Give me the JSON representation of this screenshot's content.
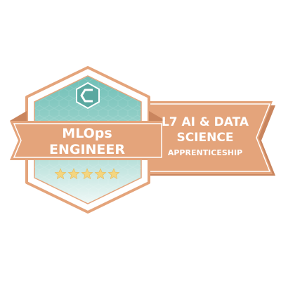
{
  "badge": {
    "title_line1": "MLOps",
    "title_line2": "ENGINEER",
    "program_line1": "L7 AI & DATA",
    "program_line2": "SCIENCE",
    "program_line3": "APPRENTICESHIP",
    "rating_stars": 5,
    "icon": "logo-icon",
    "colors": {
      "ribbon": "#e4a47b",
      "ribbon_shadow": "#c9855e",
      "hexagon_border": "#e4a47b",
      "hexagon_inner_border": "#ffffff",
      "hexagon_fill_top": "#6fbfb6",
      "hexagon_fill_bottom": "#e9f5f3",
      "star": "#f3d680",
      "text": "#ffffff"
    }
  }
}
